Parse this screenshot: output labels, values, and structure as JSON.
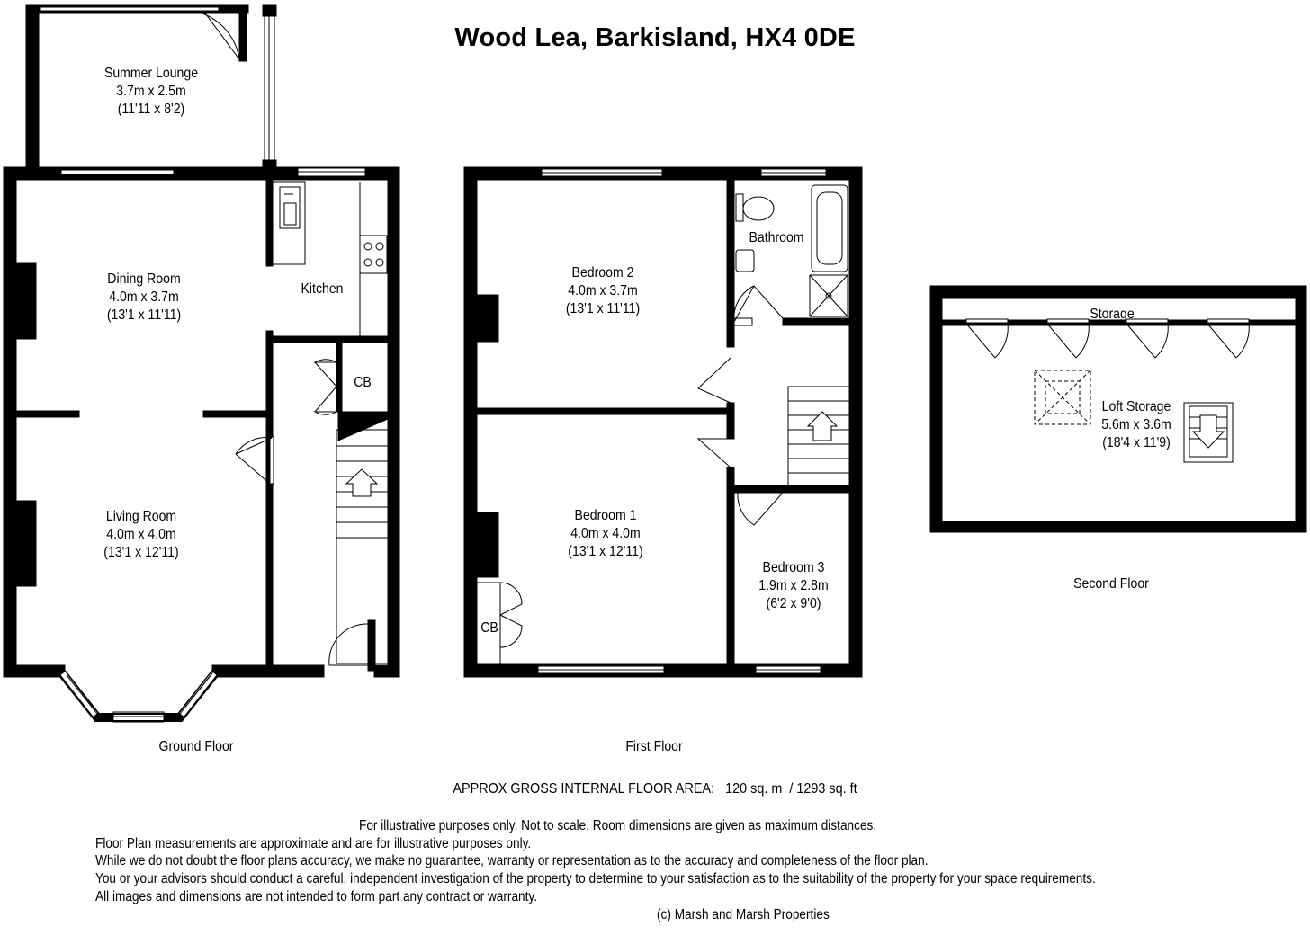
{
  "title": "Wood Lea, Barkisland, HX4 0DE",
  "rooms": {
    "summer_lounge": {
      "name": "Summer Lounge",
      "metric": "3.7m x 2.5m",
      "imperial": "(11'11 x 8'2)"
    },
    "dining_room": {
      "name": "Dining Room",
      "metric": "4.0m x 3.7m",
      "imperial": "(13'1 x 11'11)"
    },
    "kitchen": {
      "name": "Kitchen"
    },
    "cb_ground": {
      "name": "CB"
    },
    "living_room": {
      "name": "Living Room",
      "metric": "4.0m x 4.0m",
      "imperial": "(13'1 x 12'11)"
    },
    "bedroom_2": {
      "name": "Bedroom 2",
      "metric": "4.0m x 3.7m",
      "imperial": "(13'1 x 11'11)"
    },
    "bathroom": {
      "name": "Bathroom"
    },
    "bedroom_1": {
      "name": "Bedroom 1",
      "metric": "4.0m x 4.0m",
      "imperial": "(13'1 x 12'11)"
    },
    "cb_first": {
      "name": "CB"
    },
    "bedroom_3": {
      "name": "Bedroom 3",
      "metric": "1.9m x 2.8m",
      "imperial": "(6'2 x 9'0)"
    },
    "storage": {
      "name": "Storage"
    },
    "loft_storage": {
      "name": "Loft Storage",
      "metric": "5.6m x 3.6m",
      "imperial": "(18'4 x 11'9)"
    }
  },
  "floors": {
    "ground": "Ground Floor",
    "first": "First Floor",
    "second": "Second Floor"
  },
  "area_text": "APPROX GROSS INTERNAL FLOOR AREA:   120 sq. m  / 1293 sq. ft",
  "disclaimer": {
    "line1": "For illustrative purposes only.  Not to scale.  Room dimensions are given as maximum distances.",
    "line2": "Floor Plan measurements are approximate and are for illustrative purposes only.",
    "line3": "While we do not doubt the floor plans accuracy, we make no guarantee, warranty or representation as to the accuracy and completeness of the floor plan.",
    "line4": "You or your advisors should conduct a careful, independent investigation of the property to determine to your satisfaction as to the suitability of the property for your space requirements.",
    "line5": " All images and dimensions are not intended to form part any contract or warranty."
  },
  "copyright": "(c) Marsh and Marsh Properties"
}
